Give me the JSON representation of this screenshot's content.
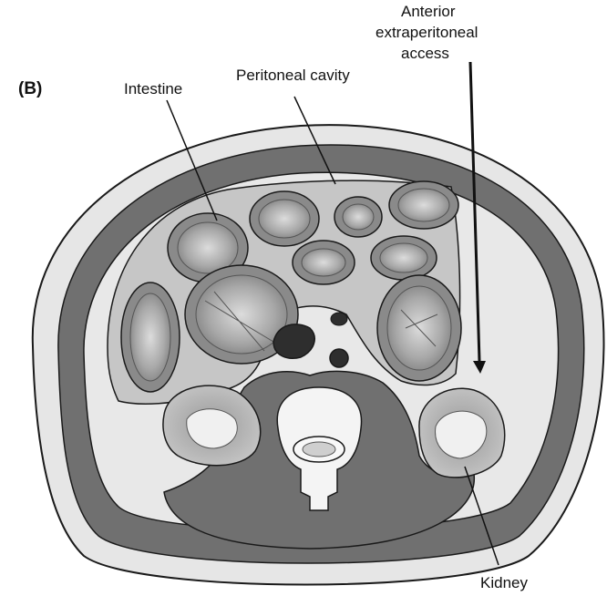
{
  "figure": {
    "panel_label": "(B)",
    "labels": {
      "anterior_line1": "Anterior",
      "anterior_line2": "extraperitoneal",
      "anterior_line3": "access",
      "intestine": "Intestine",
      "peritoneal_cavity": "Peritoneal cavity",
      "kidney": "Kidney"
    },
    "colors": {
      "outline": "#1a1a1a",
      "skin": "#e4e4e4",
      "muscle": "#6d6d6d",
      "fat": "#e6e6e6",
      "cavity": "#c6c6c6",
      "bowel_wall": "#8a8a8a",
      "bowel_lumen": "#b0b0b0",
      "vessel": "#2e2e2e",
      "kidney": "#a5a5a5"
    },
    "icons": {
      "arrow": "down-arrow-icon"
    }
  }
}
